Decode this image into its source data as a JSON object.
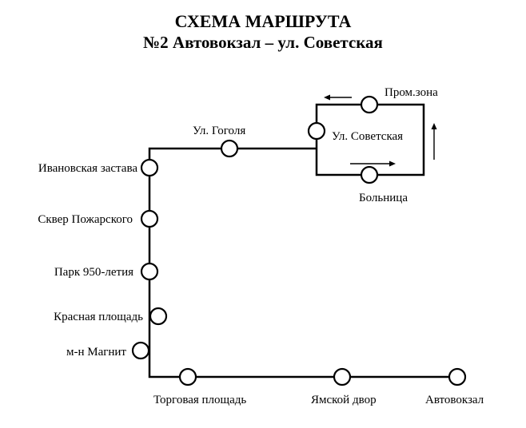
{
  "title": {
    "line1": "СХЕМА МАРШРУТА",
    "line2": "№2 Автовокзал – ул. Советская"
  },
  "stops": {
    "prom_zona": "Пром.зона",
    "sovetskaya": "Ул. Советская",
    "bolnitsa": "Больница",
    "gogolya": "Ул. Гоголя",
    "ivanovskaya": "Ивановская застава",
    "skver": "Сквер Пожарского",
    "park": "Парк 950-летия",
    "krasnaya": "Красная площадь",
    "magnit": "м-н Магнит",
    "torgovaya": "Торговая площадь",
    "yamskoy": "Ямской двор",
    "avtovokzal": "Автовокзал"
  }
}
